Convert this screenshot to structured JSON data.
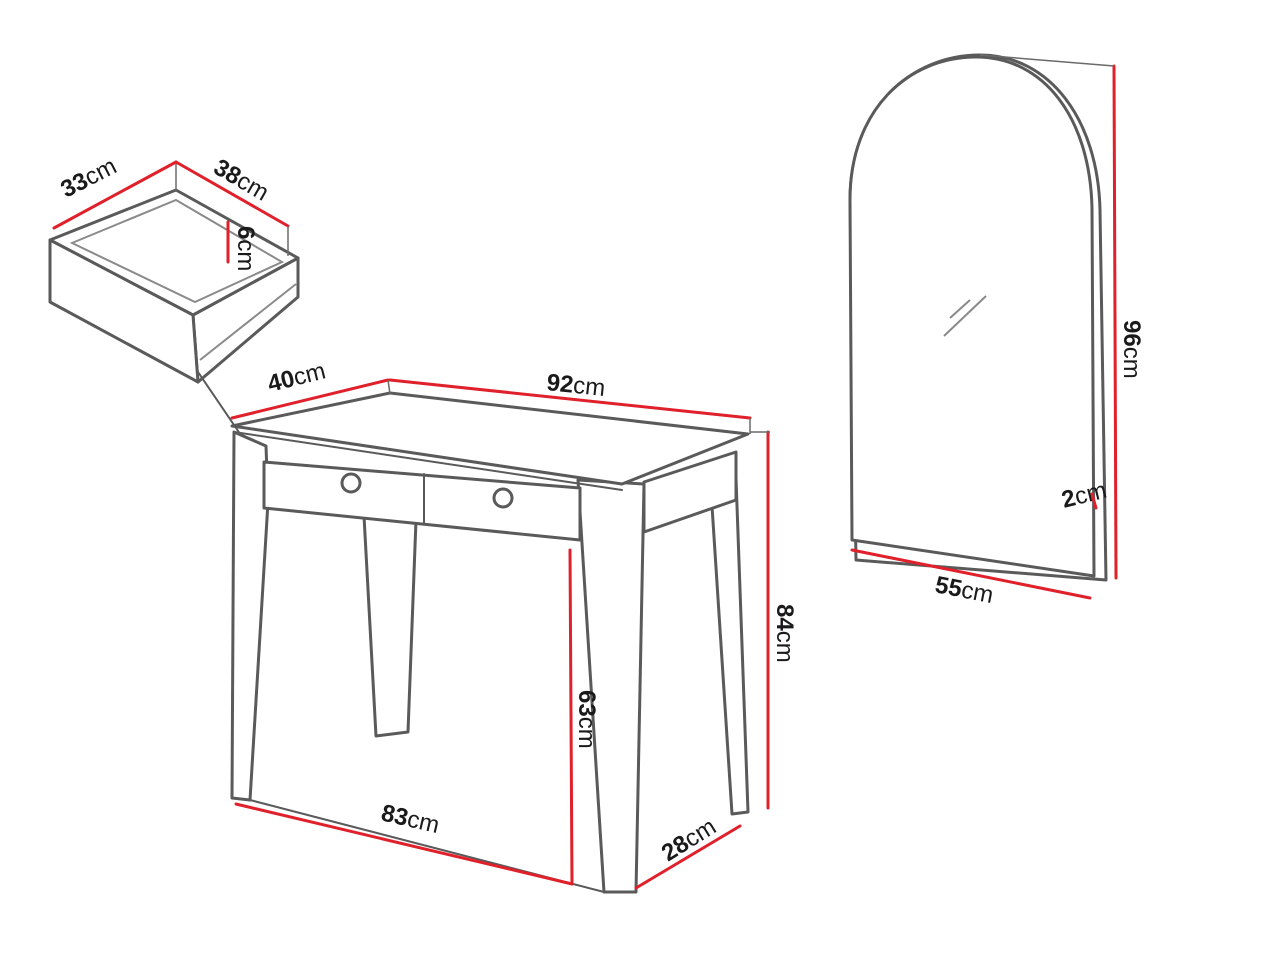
{
  "colors": {
    "dimension": "#e0202a",
    "outline": "#5a5a5a"
  },
  "unit": "cm",
  "drawer": {
    "width": {
      "value": "33",
      "unit": "cm"
    },
    "depth": {
      "value": "38",
      "unit": "cm"
    },
    "height": {
      "value": "6",
      "unit": "cm"
    }
  },
  "desk": {
    "depth": {
      "value": "40",
      "unit": "cm"
    },
    "width": {
      "value": "92",
      "unit": "cm"
    },
    "height": {
      "value": "84",
      "unit": "cm"
    },
    "knee_height": {
      "value": "63",
      "unit": "cm"
    },
    "knee_width": {
      "value": "83",
      "unit": "cm"
    },
    "knee_depth": {
      "value": "28",
      "unit": "cm"
    }
  },
  "mirror": {
    "height": {
      "value": "96",
      "unit": "cm"
    },
    "width": {
      "value": "55",
      "unit": "cm"
    },
    "thickness": {
      "value": "2",
      "unit": "cm"
    }
  }
}
